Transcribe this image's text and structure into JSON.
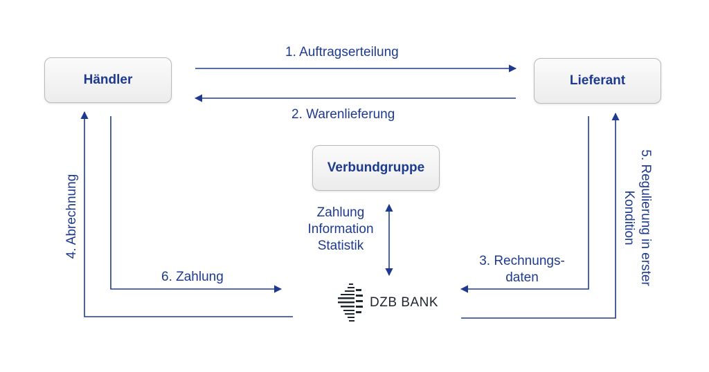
{
  "nodes": {
    "haendler": "Händler",
    "lieferant": "Lieferant",
    "verbundgruppe": "Verbundgruppe"
  },
  "labels": {
    "auftragserteilung": "1. Auftragserteilung",
    "warenlieferung": "2. Warenlieferung",
    "rechnungsdaten_1": "3. Rechnungs-",
    "rechnungsdaten_2": "daten",
    "abrechnung": "4. Abrechnung",
    "regulierung_1": "5. Regulierung in erster",
    "regulierung_2": "Kondition",
    "zahlung": "6. Zahlung",
    "center_1": "Zahlung",
    "center_2": "Information",
    "center_3": "Statistik"
  },
  "bank": {
    "name": "DZB BANK"
  },
  "colors": {
    "accent": "#1d3a8f",
    "box_border": "#b9b9b9"
  }
}
